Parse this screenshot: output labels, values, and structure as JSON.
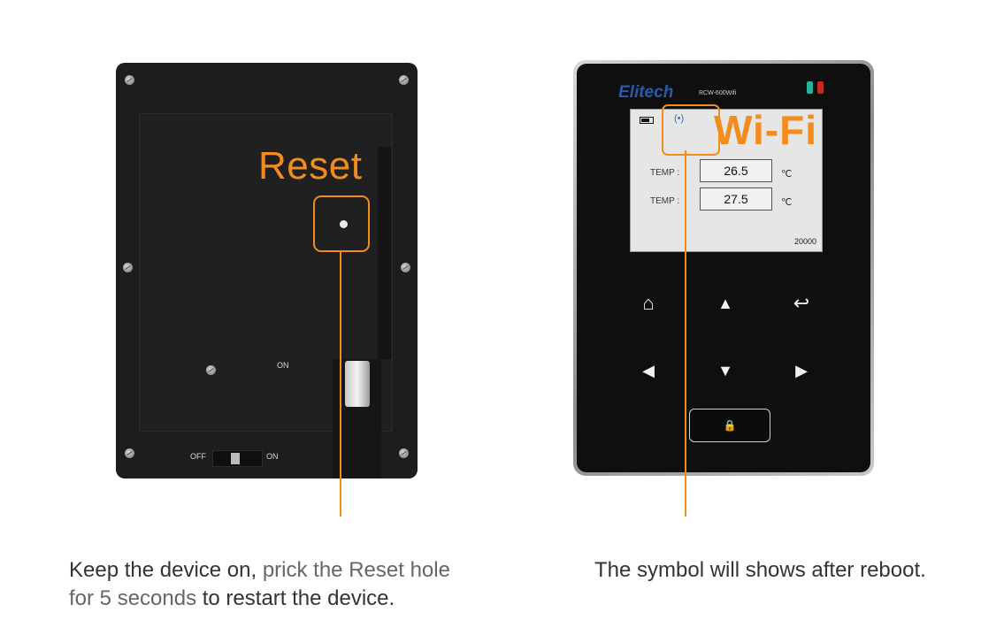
{
  "colors": {
    "accent": "#f28c1d",
    "brand_blue": "#2a5aa8",
    "device": "#1d1d1d"
  },
  "left_device": {
    "reset_label": "Reset",
    "on_label": "ON",
    "switch_off_label": "OFF",
    "switch_on_label": "ON"
  },
  "right_device": {
    "brand": "Elitech",
    "model": "RCW-600Wifi",
    "status_text": "",
    "wifi_label": "Wi-Fi",
    "wifi_symbol": "(•)",
    "temp_rows": [
      {
        "label": "TEMP :",
        "value": "26.5",
        "unit": "℃"
      },
      {
        "label": "TEMP :",
        "value": "27.5",
        "unit": "℃"
      }
    ],
    "count": "20000",
    "keys": {
      "home": "⌂",
      "up": "▲",
      "back": "↩",
      "left": "◀",
      "down": "▼",
      "right": "▶",
      "lock": "🔒"
    }
  },
  "captions": {
    "left_line1_a": "Keep the device on, ",
    "left_line1_b": "prick the Reset hole",
    "left_line2_a": "for 5 seconds ",
    "left_line2_b": "to restart the device.",
    "right_line1": "The symbol will shows after reboot."
  }
}
